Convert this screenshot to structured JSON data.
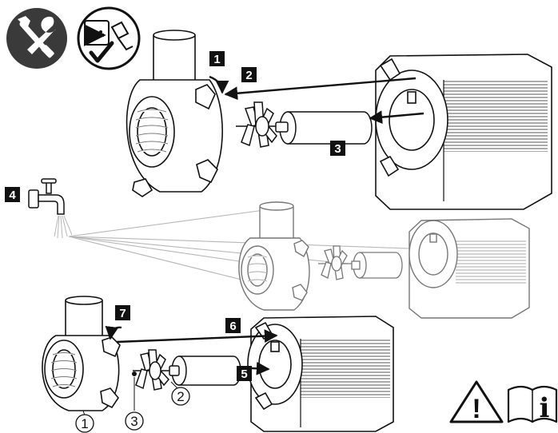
{
  "steps": [
    {
      "label": "1"
    },
    {
      "label": "2"
    },
    {
      "label": "3"
    },
    {
      "label": "4"
    },
    {
      "label": "5"
    },
    {
      "label": "6"
    },
    {
      "label": "7"
    }
  ],
  "parts": [
    {
      "label": "1"
    },
    {
      "label": "2"
    },
    {
      "label": "3"
    }
  ],
  "symbols": {
    "warning_glyph": "!",
    "info_glyph": "i"
  },
  "icons": [
    "tools-icon",
    "unplug-icon",
    "warning-icon",
    "manual-info-icon",
    "water-tap-icon"
  ],
  "colors": {
    "badge": "#111111",
    "line": "#111111",
    "tool_circle": "#3a3a3a",
    "water": "#b8b8b8"
  }
}
